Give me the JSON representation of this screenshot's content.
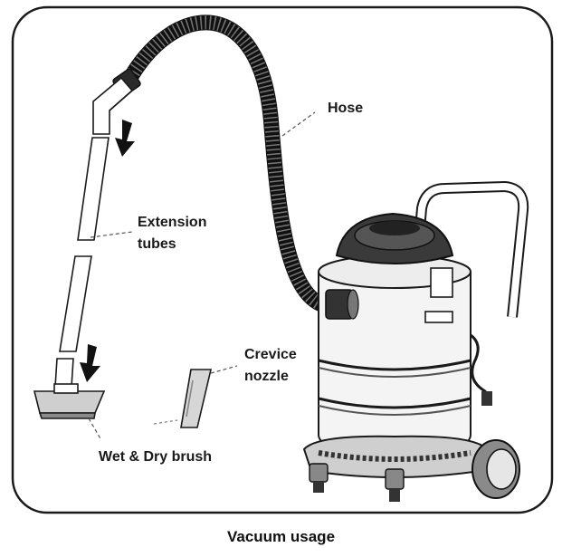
{
  "labels": {
    "hose": "Hose",
    "extension_tubes_line1": "Extension",
    "extension_tubes_line2": "tubes",
    "crevice_nozzle_line1": "Crevice",
    "crevice_nozzle_line2": "nozzle",
    "wet_dry_brush": "Wet & Dry brush"
  },
  "caption": "Vacuum usage",
  "colors": {
    "line": "#1a1a1a",
    "hose": "#111111",
    "body_fill": "#f4f4f4",
    "part_fill": "#e6e6e6",
    "dark_band": "#555555"
  }
}
